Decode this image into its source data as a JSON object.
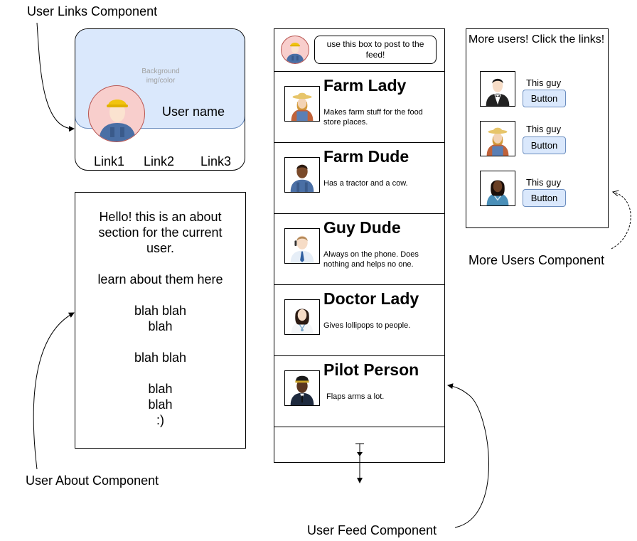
{
  "annotations": {
    "links": "User Links Component",
    "about": "User About Component",
    "feed": "User Feed Component",
    "more": "More Users Component"
  },
  "links_card": {
    "bg_hint_line1": "Background",
    "bg_hint_line2": "img/color",
    "user_name": "User name",
    "links": [
      "Link1",
      "Link2",
      "Link3"
    ]
  },
  "about": {
    "lines": [
      "Hello! this is an about",
      "section for the current",
      "user.",
      "",
      "learn about them here",
      "",
      "blah blah",
      "blah",
      "",
      "blah blah",
      "",
      "blah",
      "blah",
      ":)"
    ]
  },
  "feed": {
    "post_line1": "use this box to post to the",
    "post_line2": "feed!",
    "posts": [
      {
        "name": "Farm Lady",
        "desc": "Makes farm stuff for the food store places.",
        "icon": "farm-lady-icon"
      },
      {
        "name": "Farm Dude",
        "desc": "Has a tractor and a cow.",
        "icon": "farm-dude-icon"
      },
      {
        "name": "Guy Dude",
        "desc": "Always on the phone. Does nothing and helps no one.",
        "icon": "guy-dude-icon"
      },
      {
        "name": "Doctor Lady",
        "desc": "Gives lollipops to people.",
        "icon": "doctor-lady-icon"
      },
      {
        "name": "Pilot Person",
        "desc": "Flaps arms a lot.",
        "icon": "pilot-person-icon"
      }
    ]
  },
  "more_users": {
    "title": "More users! Click the links!",
    "users": [
      {
        "label": "This guy",
        "button": "Button",
        "icon": "waiter-icon"
      },
      {
        "label": "This guy",
        "button": "Button",
        "icon": "farm-lady-icon"
      },
      {
        "label": "This guy",
        "button": "Button",
        "icon": "doctor-lady-icon"
      }
    ]
  },
  "colors": {
    "light_blue": "#dae8fc",
    "blue_border": "#6c8ebf",
    "pink": "#f8cecc",
    "pink_border": "#b85450"
  }
}
